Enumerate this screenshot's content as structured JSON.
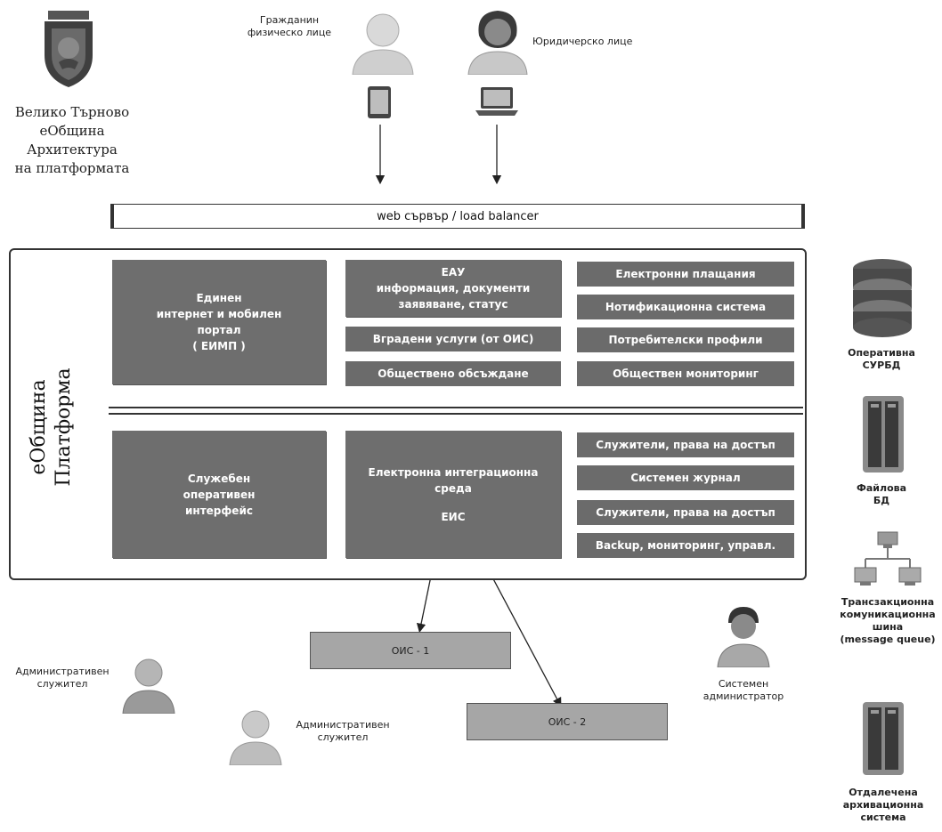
{
  "header": {
    "title_lines": [
      "Велико Търново",
      "еОбщина",
      "Архитектура",
      "на платформата"
    ]
  },
  "actors": {
    "citizen": "Гражданин физическо лице",
    "citizen_lines": [
      "Гражданин",
      "физическо лице"
    ],
    "legal": "Юридичерско лице",
    "admin_clerk_1": [
      "Административен",
      "служител"
    ],
    "admin_clerk_2": [
      "Административен",
      "служител"
    ],
    "sysadmin": [
      "Системен",
      "администратор"
    ]
  },
  "web_server": "web сървър / load balancer",
  "platform": {
    "label_lines": [
      "еОбщина",
      "Платформа"
    ],
    "top": {
      "portal": [
        "Единен",
        "интернет и мобилен",
        "портал",
        "( ЕИМП )"
      ],
      "eau": [
        "ЕАУ",
        "информация, документи",
        "заявяване, статус"
      ],
      "builtin_services": "Вградени услуги (от ОИС)",
      "public_discussion": "Обществено обсъждане",
      "right_items": [
        "Електронни плащания",
        "Нотификационна система",
        "Потребителски профили",
        "Обществен мониторинг"
      ]
    },
    "bottom": {
      "office_interface": [
        "Служебен",
        "оперативен",
        "интерфейс"
      ],
      "integration": [
        "Електронна интеграционна",
        "среда",
        "",
        "ЕИС"
      ],
      "right_items": [
        "Служители, права на достъп",
        "Системен журнал",
        "Служители, права на достъп",
        "Backup, мониторинг, управл."
      ]
    }
  },
  "external_systems": {
    "ois1": "ОИС - 1",
    "ois2": "ОИС - 2"
  },
  "right_column": {
    "db": [
      "Оперативна",
      "СУРБД"
    ],
    "files": [
      "Файлова",
      "БД"
    ],
    "bus": [
      "Трансзакционна",
      "комуникационна",
      "шина",
      "(message queue)"
    ],
    "archive": [
      "Отдалечена",
      "архивационна",
      "система"
    ]
  }
}
